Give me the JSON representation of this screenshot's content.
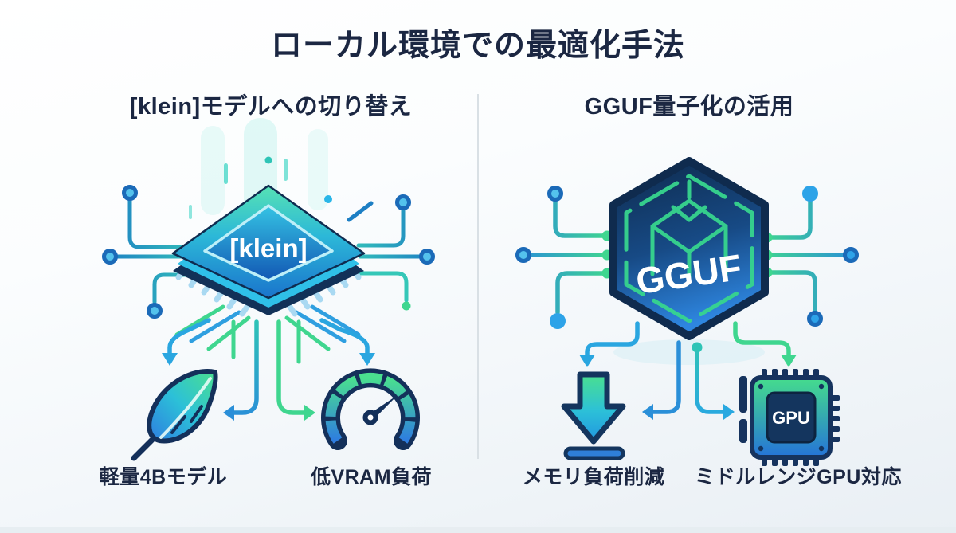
{
  "title": "ローカル環境での最適化手法",
  "sections": {
    "left": {
      "heading": "[klein]モデルへの切り替え",
      "chip_label": "[klein]",
      "benefits": [
        {
          "icon": "feather-icon",
          "label": "軽量4Bモデル"
        },
        {
          "icon": "gauge-icon",
          "label": "低VRAM負荷"
        }
      ]
    },
    "right": {
      "heading": "GGUF量子化の活用",
      "cube_label": "GGUF",
      "gpu_chip_label": "GPU",
      "benefits": [
        {
          "icon": "download-arrow-icon",
          "label": "メモリ負荷削減"
        },
        {
          "icon": "gpu-card-icon",
          "label": "ミドルレンジGPU対応"
        }
      ]
    }
  },
  "colors": {
    "heading_text": "#1b2742",
    "dark_navy": "#14305a",
    "accent_blue": "#2a8fd8",
    "accent_cyan": "#29b6e8",
    "accent_green": "#3fd68f",
    "accent_teal": "#2ec4b6",
    "background": "#f4f7fa",
    "divider": "#d9e0e5"
  }
}
